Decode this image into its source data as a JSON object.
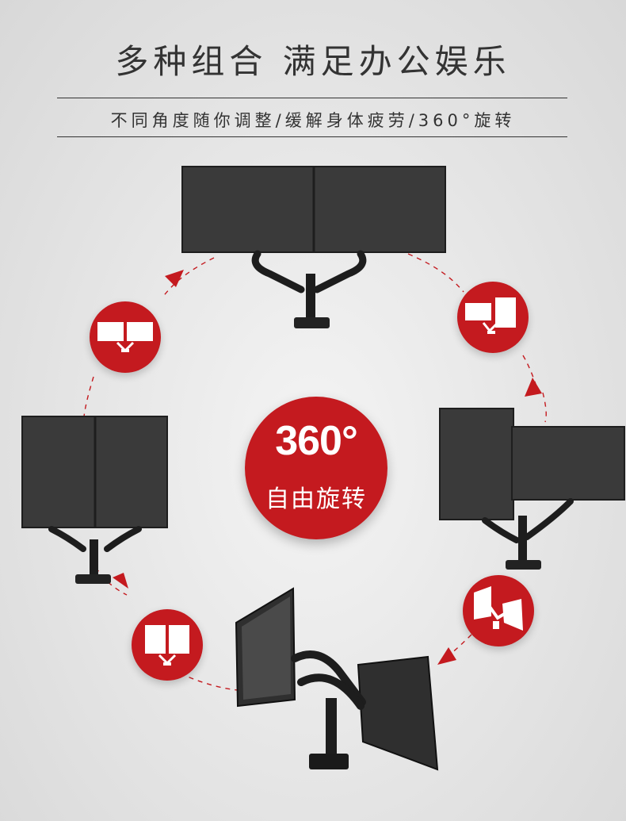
{
  "title": "多种组合 满足办公娱乐",
  "subtitle": "不同角度随你调整/缓解身体疲劳/360°旋转",
  "center": {
    "value": "360°",
    "caption": "自由旋转"
  },
  "colors": {
    "accent": "#c41a1f",
    "monitor": "#3a3a3a",
    "text": "#333333"
  },
  "icons": [
    "landscape-dual-icon",
    "mixed-landscape-portrait-icon",
    "angled-dual-icon",
    "portrait-dual-icon"
  ]
}
